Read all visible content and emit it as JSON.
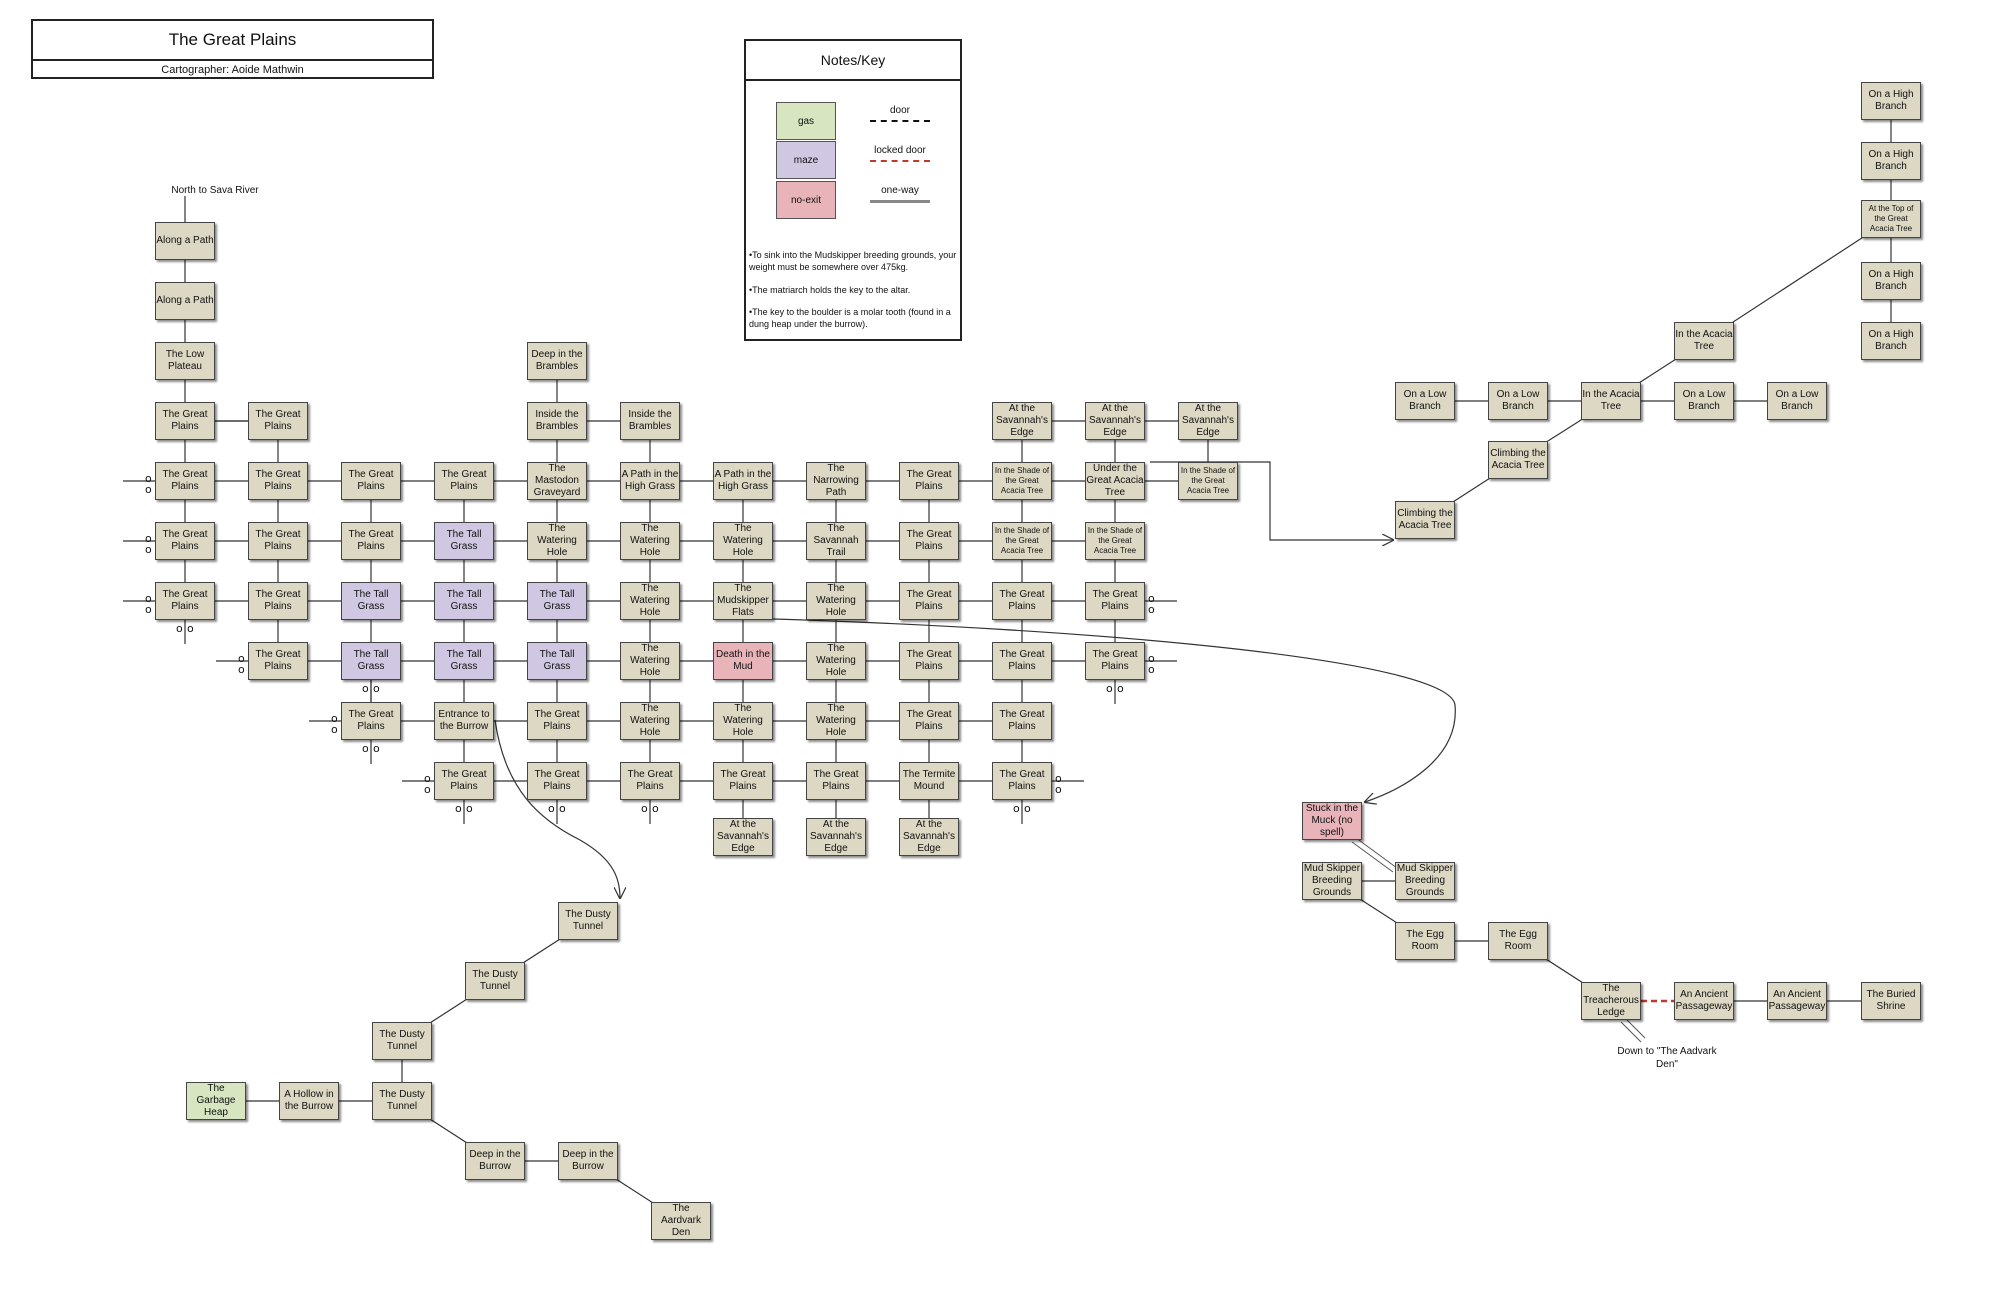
{
  "title": "The Great Plains",
  "cartographer": "Cartographer: Aoide Mathwin",
  "key": {
    "title": "Notes/Key",
    "swatches": {
      "gas": "gas",
      "maze": "maze",
      "noexit": "no-exit"
    },
    "lines": {
      "door": "door",
      "locked_door": "locked door",
      "one_way": "one-way"
    },
    "notes": [
      "•To sink into the Mudskipper breeding grounds, your weight must be somewhere over 475kg.",
      "•The matriarch holds the key to the altar.",
      "•The key to the boulder is a molar tooth (found in a dung heap under the burrow)."
    ]
  },
  "colors": {
    "room": "#ddd8c3",
    "maze": "#d0c8e2",
    "gas": "#d7e6c1",
    "noexit": "#e8b4b9",
    "locked": "#c0392b"
  },
  "labels": {
    "north": "North to Sava River",
    "down": "Down to \"The Aadvark Den\""
  },
  "rooms": {
    "path1": "Along a Path",
    "path2": "Along a Path",
    "plateau": "The Low Plateau",
    "p0_0": "The Great Plains",
    "p0_1": "The Great Plains",
    "brambles_deep": "Deep in the Brambles",
    "brambles_in1": "Inside the Brambles",
    "brambles_in2": "Inside the Brambles",
    "edge_n1": "At the Savannah's Edge",
    "edge_n2": "At the Savannah's Edge",
    "edge_n3": "At the Savannah's Edge",
    "r1_0": "The Great Plains",
    "r1_1": "The Great Plains",
    "r1_2": "The Great Plains",
    "r1_3": "The Great Plains",
    "r1_4": "The Mastodon Graveyard",
    "r1_5": "A Path in the High Grass",
    "r1_6": "A Path in the High Grass",
    "r1_7": "The Narrowing Path",
    "r1_8": "The Great Plains",
    "r1_9": "In the Shade of the Great Acacia Tree",
    "r1_10": "Under the Great Acacia Tree",
    "r1_11": "In the Shade of the Great Acacia Tree",
    "r2_0": "The Great Plains",
    "r2_1": "The Great Plains",
    "r2_2": "The Great Plains",
    "r2_3": "The Tall Grass",
    "r2_4": "The Watering Hole",
    "r2_5": "The Watering Hole",
    "r2_6": "The Watering Hole",
    "r2_7": "The Savannah Trail",
    "r2_8": "The Great Plains",
    "r2_9": "In the Shade of the Great Acacia Tree",
    "r2_10": "In the Shade of the Great Acacia Tree",
    "r3_0": "The Great Plains",
    "r3_1": "The Great Plains",
    "r3_2": "The Tall Grass",
    "r3_3": "The Tall Grass",
    "r3_4": "The Tall Grass",
    "r3_5": "The Watering Hole",
    "r3_6": "The Mudskipper Flats",
    "r3_7": "The Watering Hole",
    "r3_8": "The Great Plains",
    "r3_9": "The Great Plains",
    "r3_10": "The Great Plains",
    "r4_1": "The Great Plains",
    "r4_2": "The Tall Grass",
    "r4_3": "The Tall Grass",
    "r4_4": "The Tall Grass",
    "r4_5": "The Watering Hole",
    "r4_6": "Death in the Mud",
    "r4_7": "The Watering Hole",
    "r4_8": "The Great Plains",
    "r4_9": "The Great Plains",
    "r4_10": "The Great Plains",
    "r5_2": "The Great Plains",
    "r5_3": "Entrance to the Burrow",
    "r5_4": "The Great Plains",
    "r5_5": "The Watering Hole",
    "r5_6": "The Watering Hole",
    "r5_7": "The Watering Hole",
    "r5_8": "The Great Plains",
    "r5_9": "The Great Plains",
    "r6_3": "The Great Plains",
    "r6_4": "The Great Plains",
    "r6_5": "The Great Plains",
    "r6_6": "The Great Plains",
    "r6_7": "The Great Plains",
    "r6_8": "The Termite Mound",
    "r6_9": "The Great Plains",
    "edge_s1": "At the Savannah's Edge",
    "edge_s2": "At the Savannah's Edge",
    "edge_s3": "At the Savannah's Edge",
    "dusty1": "The Dusty Tunnel",
    "dusty2": "The Dusty Tunnel",
    "dusty3": "The Dusty Tunnel",
    "dusty4": "The Dusty Tunnel",
    "hollow": "A Hollow in the Burrow",
    "garbage": "The Garbage Heap",
    "deep1": "Deep in the Burrow",
    "deep2": "Deep in the Burrow",
    "aardvark": "The Aardvark Den",
    "high1": "On a High Branch",
    "high2": "On a High Branch",
    "top": "At the Top of the Great Acacia Tree",
    "high3": "On a High Branch",
    "high4": "On a High Branch",
    "acacia1": "In the Acacia Tree",
    "acacia2": "In the Acacia Tree",
    "low1": "On a Low Branch",
    "low2": "On a Low Branch",
    "low3": "On a Low Branch",
    "low4": "On a Low Branch",
    "climb1": "Climbing the Acacia Tree",
    "climb2": "Climbing the Acacia Tree",
    "stuck": "Stuck in the Muck (no spell)",
    "breed1": "Mud Skipper Breeding Grounds",
    "breed2": "Mud Skipper Breeding Grounds",
    "egg1": "The Egg Room",
    "egg2": "The Egg Room",
    "ledge": "The Treacherous Ledge",
    "passage1": "An Ancient Passageway",
    "passage2": "An Ancient Passageway",
    "shrine": "The Buried Shrine"
  }
}
